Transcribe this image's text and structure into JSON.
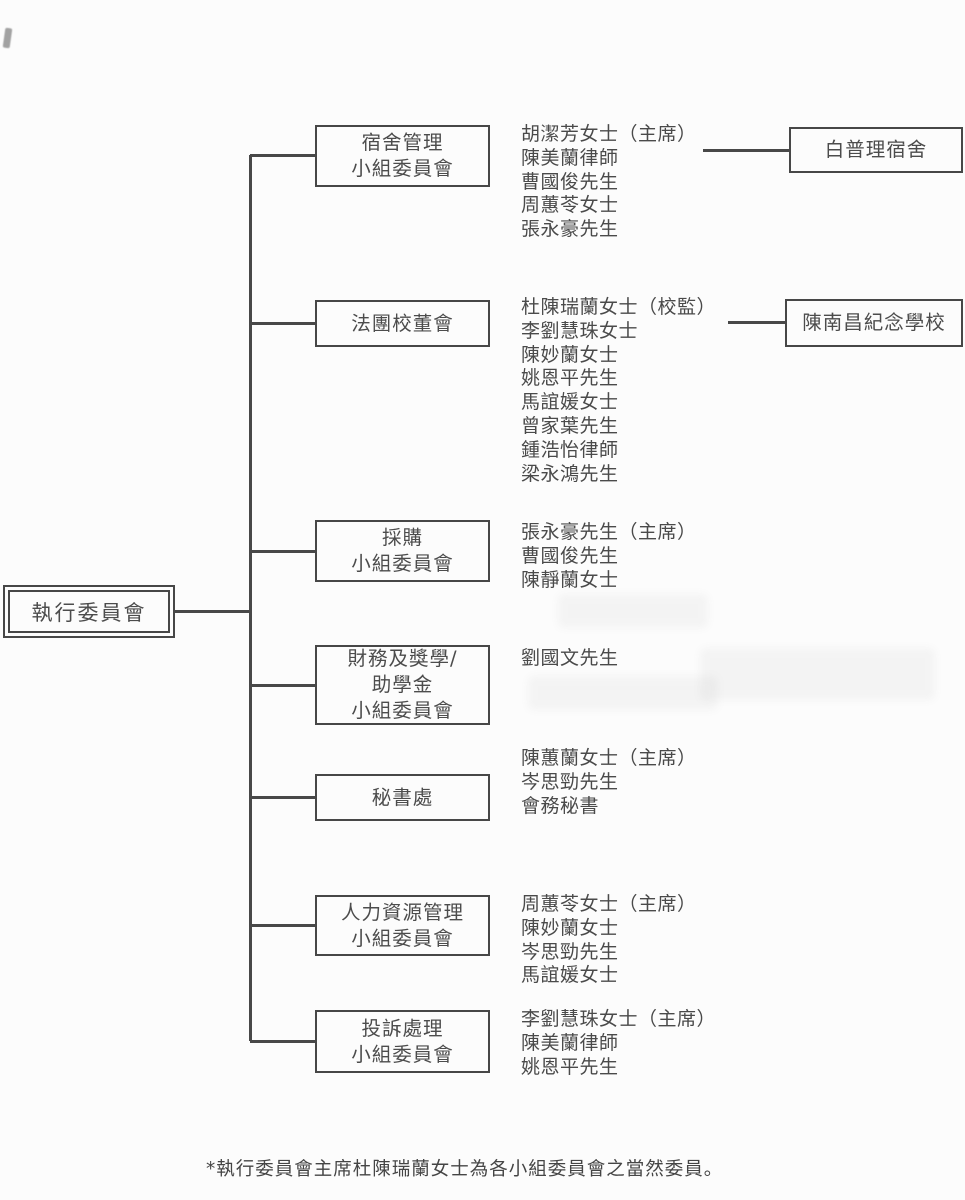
{
  "document": {
    "root": {
      "label": "執行委員會"
    },
    "committees": [
      {
        "id": "dormitory-management",
        "name_lines": [
          "宿舍管理",
          "小組委員會"
        ],
        "members": [
          "胡潔芳女士（主席）",
          "陳美蘭律師",
          "曹國俊先生",
          "周蕙苓女士",
          "張永豪先生"
        ],
        "linked_unit": "白普理宿舍"
      },
      {
        "id": "incorporated-management-committee",
        "name_lines": [
          "法團校董會"
        ],
        "members": [
          "杜陳瑞蘭女士（校監）",
          "李劉慧珠女士",
          "陳妙蘭女士",
          "姚恩平先生",
          "馬誼媛女士",
          "曾家葉先生",
          "鍾浩怡律師",
          "梁永鴻先生"
        ],
        "linked_unit": "陳南昌紀念學校"
      },
      {
        "id": "procurement",
        "name_lines": [
          "採購",
          "小組委員會"
        ],
        "members": [
          "張永豪先生（主席）",
          "曹國俊先生",
          "陳靜蘭女士"
        ]
      },
      {
        "id": "finance-scholarship",
        "name_lines": [
          "財務及獎學/",
          "助學金",
          "小組委員會"
        ],
        "members": [
          "劉國文先生"
        ]
      },
      {
        "id": "secretariat",
        "name_lines": [
          "秘書處"
        ],
        "members": [
          "陳蕙蘭女士（主席）",
          "岑思勁先生",
          "會務秘書"
        ]
      },
      {
        "id": "human-resources-management",
        "name_lines": [
          "人力資源管理",
          "小組委員會"
        ],
        "members": [
          "周蕙苓女士（主席）",
          "陳妙蘭女士",
          "岑思勁先生",
          "馬誼媛女士"
        ]
      },
      {
        "id": "complaints-handling",
        "name_lines": [
          "投訴處理",
          "小組委員會"
        ],
        "members": [
          "李劉慧珠女士（主席）",
          "陳美蘭律師",
          "姚恩平先生"
        ]
      }
    ],
    "footnote": "*執行委員會主席杜陳瑞蘭女士為各小組委員會之當然委員。",
    "colors": {
      "line": "#484848",
      "text": "#4a4a4a",
      "background": "#fcfcfc"
    }
  }
}
